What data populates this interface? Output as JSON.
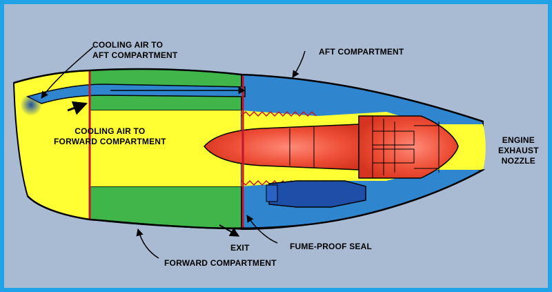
{
  "labels": {
    "cooling_air_aft": [
      "COOLING AIR TO",
      "AFT COMPARTMENT"
    ],
    "aft_compartment": "AFT COMPARTMENT",
    "cooling_air_forward": [
      "COOLING AIR TO",
      "FORWARD COMPARTMENT"
    ],
    "engine_exhaust_nozzle": [
      "ENGINE",
      "EXHAUST",
      "NOZZLE"
    ],
    "exit": "EXIT",
    "fume_proof_seal": "FUME-PROOF SEAL",
    "forward_compartment": "FORWARD COMPARTMENT"
  },
  "colors": {
    "frame": "#1fa3e6",
    "background": "#a9bad3",
    "forward_compartment": "#3fb54a",
    "aft_compartment": "#2f86cf",
    "intake_air": "#ffff33",
    "hot_section": "#e8432e",
    "accessory": "#1d4fa8",
    "seal": "#c0172a"
  },
  "icons": [
    "arrow-icon"
  ]
}
